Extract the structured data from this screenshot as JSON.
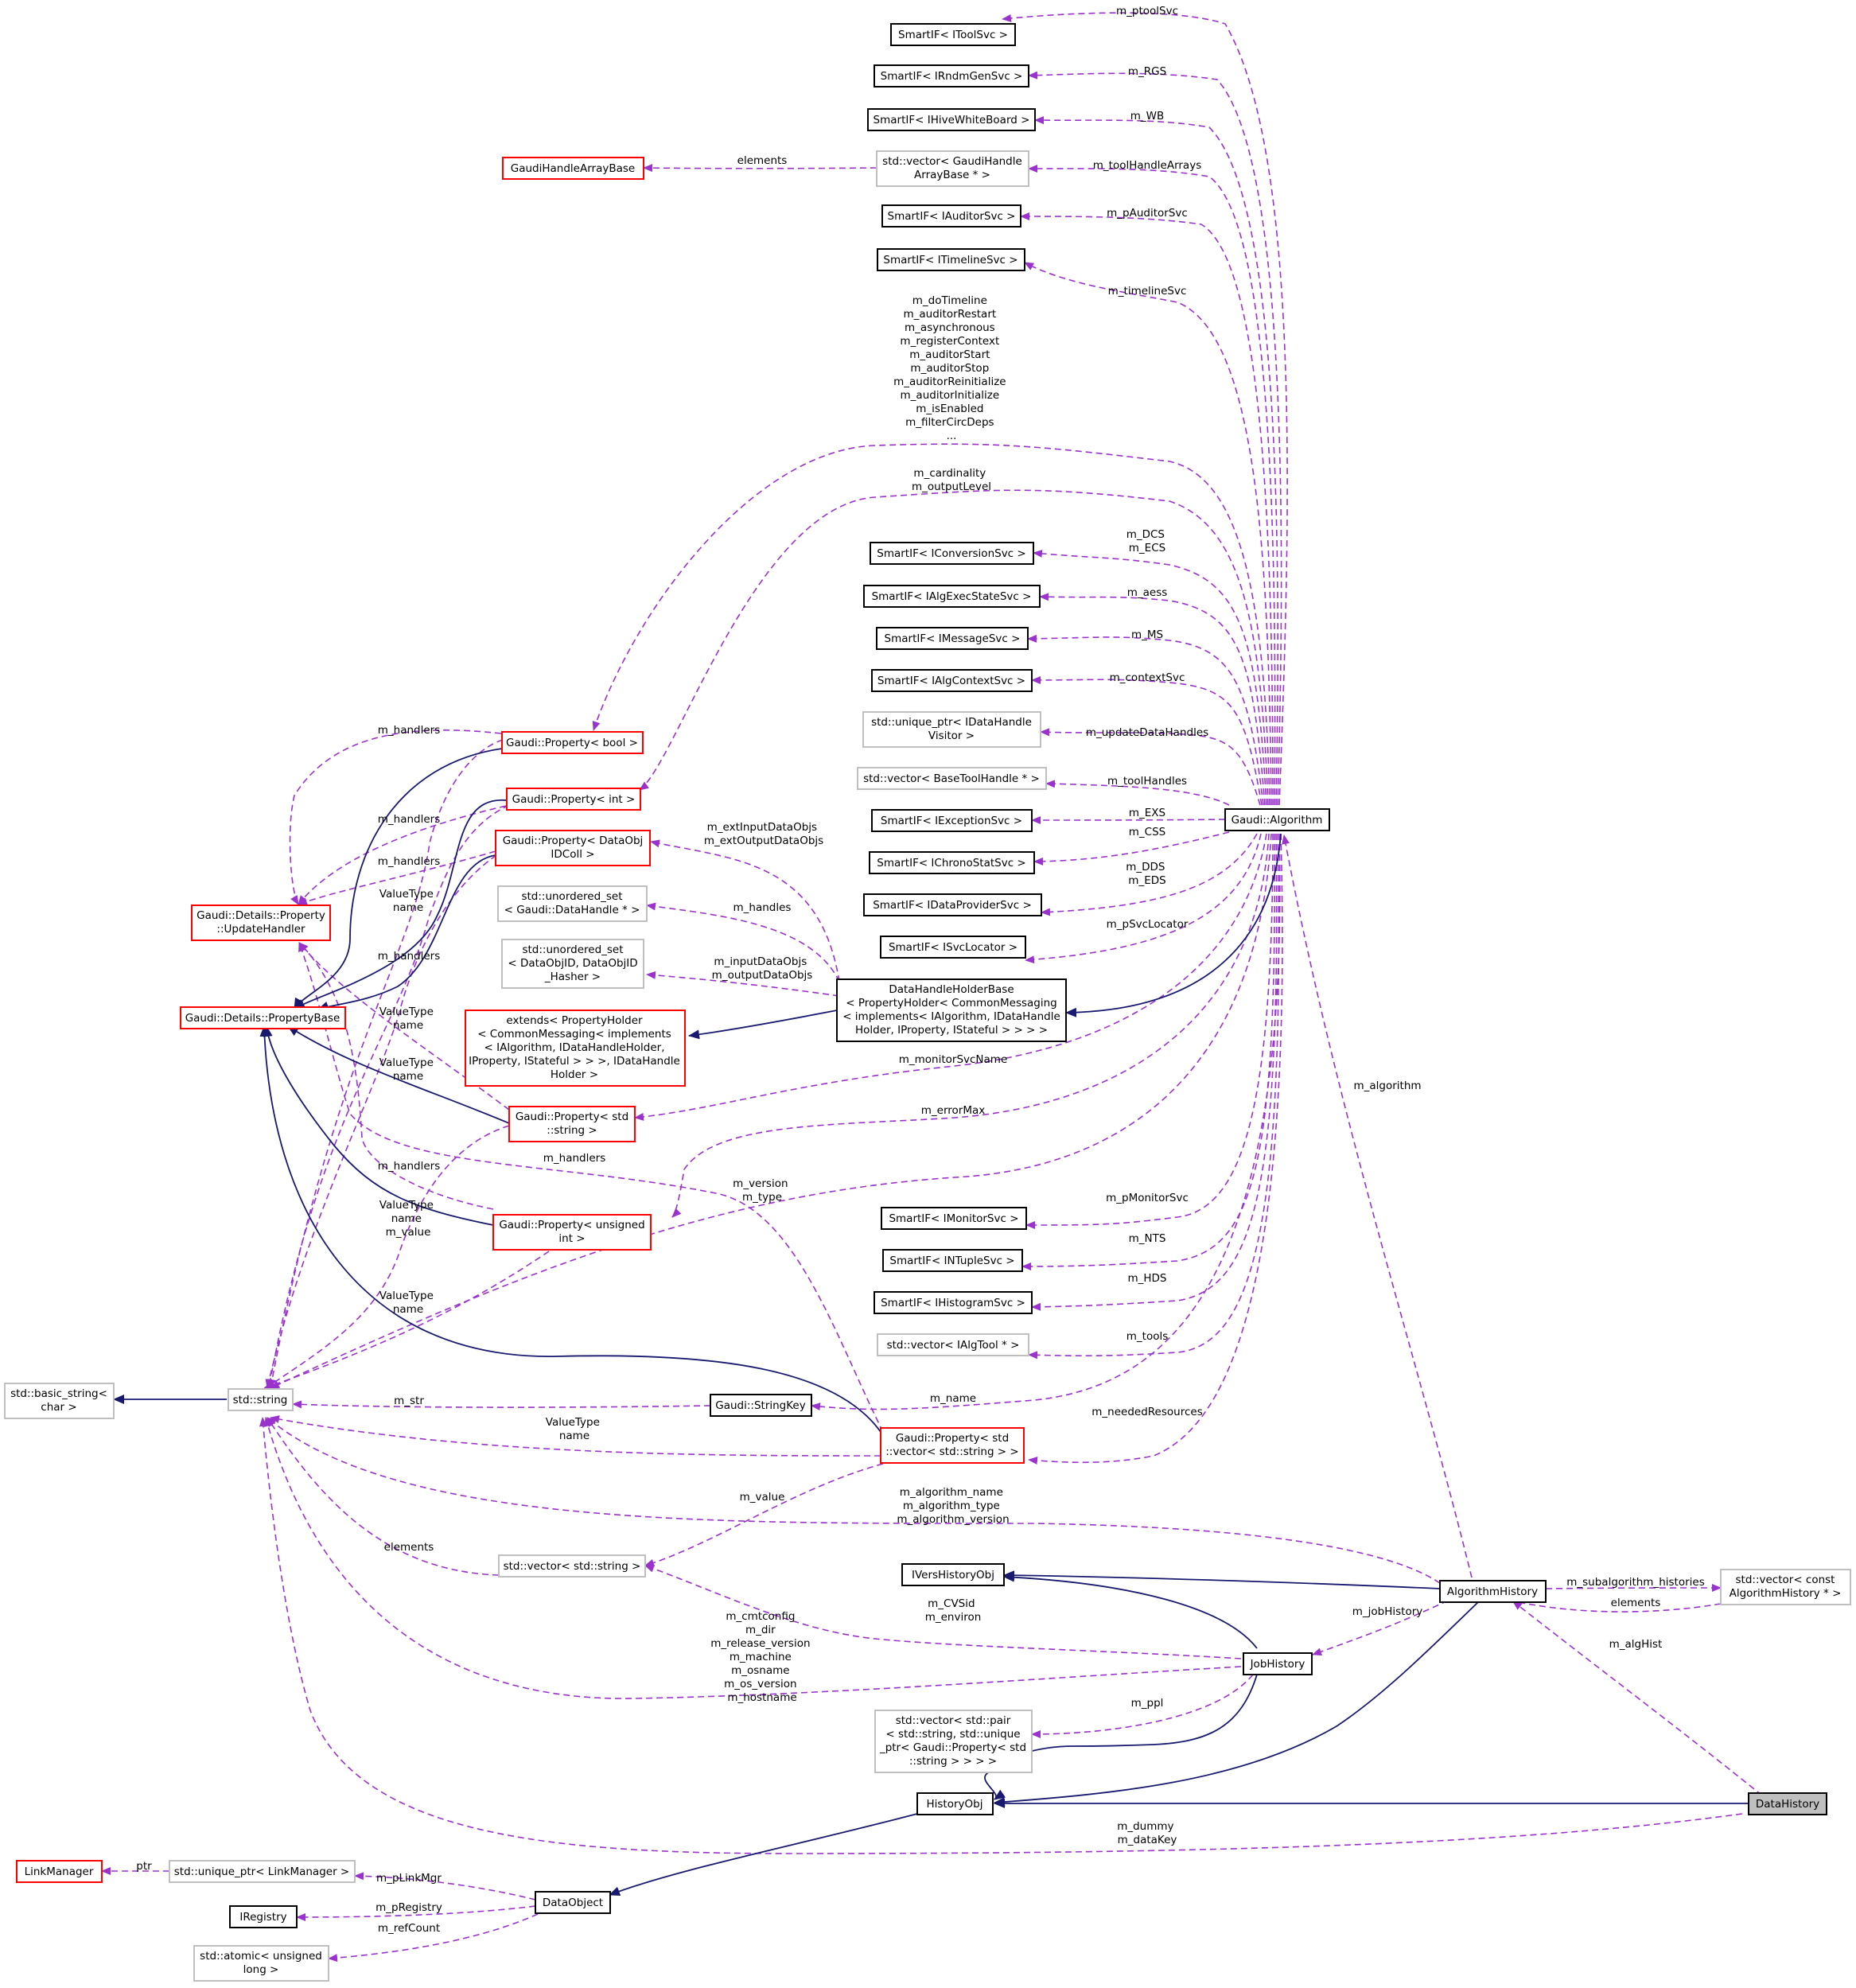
{
  "nodes": {
    "itoolsvc": {
      "label": [
        "SmartIF< IToolSvc >"
      ],
      "style": "black"
    },
    "irndmgensvc": {
      "label": [
        "SmartIF< IRndmGenSvc >"
      ],
      "style": "black"
    },
    "ihivewhiteboard": {
      "label": [
        "SmartIF< IHiveWhiteBoard >"
      ],
      "style": "black"
    },
    "gaudihandlearraybase": {
      "label": [
        "GaudiHandleArrayBase"
      ],
      "style": "red"
    },
    "vec_gaudihandlearraybase": {
      "label": [
        "std::vector< GaudiHandle",
        "ArrayBase * >"
      ],
      "style": "gray"
    },
    "iauditorsvc": {
      "label": [
        "SmartIF< IAuditorSvc >"
      ],
      "style": "black"
    },
    "itimelinesvc": {
      "label": [
        "SmartIF< ITimelineSvc >"
      ],
      "style": "black"
    },
    "iconversionsvc": {
      "label": [
        "SmartIF< IConversionSvc >"
      ],
      "style": "black"
    },
    "ialgexecstatesvc": {
      "label": [
        "SmartIF< IAlgExecStateSvc >"
      ],
      "style": "black"
    },
    "imessagesvc": {
      "label": [
        "SmartIF< IMessageSvc >"
      ],
      "style": "black"
    },
    "ialgcontextsvc": {
      "label": [
        "SmartIF< IAlgContextSvc >"
      ],
      "style": "black"
    },
    "uptr_idatahandlevisitor": {
      "label": [
        "std::unique_ptr< IDataHandle",
        "Visitor >"
      ],
      "style": "gray"
    },
    "vec_basetoolhandle": {
      "label": [
        "std::vector< BaseToolHandle * >"
      ],
      "style": "gray"
    },
    "iexceptionsvc": {
      "label": [
        "SmartIF< IExceptionSvc >"
      ],
      "style": "black"
    },
    "ichronostatsvc": {
      "label": [
        "SmartIF< IChronoStatSvc >"
      ],
      "style": "black"
    },
    "idataprovidersvc": {
      "label": [
        "SmartIF< IDataProviderSvc >"
      ],
      "style": "black"
    },
    "isvclocator": {
      "label": [
        "SmartIF< ISvcLocator >"
      ],
      "style": "black"
    },
    "gaudi_algorithm": {
      "label": [
        "Gaudi::Algorithm"
      ],
      "style": "black"
    },
    "prop_bool": {
      "label": [
        "Gaudi::Property< bool >"
      ],
      "style": "red"
    },
    "prop_int": {
      "label": [
        "Gaudi::Property< int >"
      ],
      "style": "red"
    },
    "prop_dataobjidcoll": {
      "label": [
        "Gaudi::Property< DataObj",
        "IDColl >"
      ],
      "style": "red"
    },
    "updatehandler": {
      "label": [
        "Gaudi::Details::Property",
        "::UpdateHandler"
      ],
      "style": "red"
    },
    "propertybase": {
      "label": [
        "Gaudi::Details::PropertyBase"
      ],
      "style": "red"
    },
    "uset_datahandle": {
      "label": [
        "std::unordered_set",
        "< Gaudi::DataHandle * >"
      ],
      "style": "gray"
    },
    "uset_dataobjid": {
      "label": [
        "std::unordered_set",
        "< DataObjID, DataObjID",
        "_Hasher >"
      ],
      "style": "gray"
    },
    "datahandleholderbase": {
      "label": [
        "DataHandleHolderBase",
        "< PropertyHolder< CommonMessaging",
        "< implements< IAlgorithm, IDataHandle",
        "Holder, IProperty, IStateful > > > >"
      ],
      "style": "black"
    },
    "extends_propertyholder": {
      "label": [
        "extends< PropertyHolder",
        "< CommonMessaging< implements",
        "< IAlgorithm, IDataHandleHolder,",
        "IProperty, IStateful > > >, IDataHandle",
        "Holder >"
      ],
      "style": "red"
    },
    "prop_string": {
      "label": [
        "Gaudi::Property< std",
        "::string >"
      ],
      "style": "red"
    },
    "prop_unsigned": {
      "label": [
        "Gaudi::Property< unsigned",
        "int >"
      ],
      "style": "red"
    },
    "imonitorsvc": {
      "label": [
        "SmartIF< IMonitorSvc >"
      ],
      "style": "black"
    },
    "intuplesvc": {
      "label": [
        "SmartIF< INTupleSvc >"
      ],
      "style": "black"
    },
    "ihistogramsvc": {
      "label": [
        "SmartIF< IHistogramSvc >"
      ],
      "style": "black"
    },
    "vec_ialgtool": {
      "label": [
        "std::vector< IAlgTool * >"
      ],
      "style": "gray"
    },
    "basic_string": {
      "label": [
        "std::basic_string<",
        "char >"
      ],
      "style": "gray"
    },
    "std_string": {
      "label": [
        "std::string"
      ],
      "style": "gray"
    },
    "stringkey": {
      "label": [
        "Gaudi::StringKey"
      ],
      "style": "black"
    },
    "prop_vecstring": {
      "label": [
        "Gaudi::Property< std",
        "::vector< std::string > >"
      ],
      "style": "red"
    },
    "vec_string": {
      "label": [
        "std::vector< std::string >"
      ],
      "style": "gray"
    },
    "iversthistoryobj": {
      "label": [
        "IVersHistoryObj"
      ],
      "style": "black"
    },
    "algorithmhistory": {
      "label": [
        "AlgorithmHistory"
      ],
      "style": "black"
    },
    "vec_algorithmhistory": {
      "label": [
        "std::vector< const",
        "AlgorithmHistory * >"
      ],
      "style": "gray"
    },
    "jobhistory": {
      "label": [
        "JobHistory"
      ],
      "style": "black"
    },
    "vec_pair": {
      "label": [
        "std::vector< std::pair",
        "< std::string, std::unique",
        "_ptr< Gaudi::Property< std",
        "::string > > > >"
      ],
      "style": "gray"
    },
    "historyobj": {
      "label": [
        "HistoryObj"
      ],
      "style": "black"
    },
    "datahistory": {
      "label": [
        "DataHistory"
      ],
      "style": "focus"
    },
    "linkmanager": {
      "label": [
        "LinkManager"
      ],
      "style": "red"
    },
    "uptr_linkmanager": {
      "label": [
        "std::unique_ptr< LinkManager >"
      ],
      "style": "gray"
    },
    "iregistry": {
      "label": [
        "IRegistry"
      ],
      "style": "black"
    },
    "dataobject": {
      "label": [
        "DataObject"
      ],
      "style": "black"
    },
    "atomic_ulong": {
      "label": [
        "std::atomic< unsigned",
        "long >"
      ],
      "style": "gray"
    }
  },
  "edge_labels": {
    "ptoolsvc": [
      "m_ptoolSvc"
    ],
    "rgs": [
      "m_RGS"
    ],
    "wb": [
      "m_WB"
    ],
    "elements_handlearray": [
      "elements"
    ],
    "toolhandlearrays": [
      "m_toolHandleArrays"
    ],
    "pauditorsvc": [
      "m_pAuditorSvc"
    ],
    "timelinesvc": [
      "m_timelineSvc"
    ],
    "bool_members": [
      "m_doTimeline",
      "m_auditorRestart",
      "m_asynchronous",
      "m_registerContext",
      "m_auditorStart",
      "m_auditorStop",
      "m_auditorReinitialize",
      "m_auditorInitialize",
      "m_isEnabled",
      "m_filterCircDeps",
      "..."
    ],
    "int_members": [
      "m_cardinality",
      "m_outputLevel"
    ],
    "dcs_ecs": [
      "m_DCS",
      "m_ECS"
    ],
    "aess": [
      "m_aess"
    ],
    "ms": [
      "m_MS"
    ],
    "contextsvc": [
      "m_contextSvc"
    ],
    "updatedatahandles": [
      "m_updateDataHandles"
    ],
    "toolhandles": [
      "m_toolHandles"
    ],
    "exs": [
      "m_EXS"
    ],
    "css": [
      "m_CSS"
    ],
    "dds_eds": [
      "m_DDS",
      "m_EDS"
    ],
    "psvclocator": [
      "m_pSvcLocator"
    ],
    "extdataobjs": [
      "m_extInputDataObjs",
      "m_extOutputDataObjs"
    ],
    "handles": [
      "m_handles"
    ],
    "inoutdataobjs": [
      "m_inputDataObjs",
      "m_outputDataObjs"
    ],
    "monitorsvcname": [
      "m_monitorSvcName"
    ],
    "errormax": [
      "m_errorMax"
    ],
    "version_type": [
      "m_version",
      "m_type"
    ],
    "pmonitorsvc": [
      "m_pMonitorSvc"
    ],
    "nts": [
      "m_NTS"
    ],
    "hds": [
      "m_HDS"
    ],
    "tools": [
      "m_tools"
    ],
    "name": [
      "m_name"
    ],
    "neededresources": [
      "m_neededResources"
    ],
    "m_algorithm": [
      "m_algorithm"
    ],
    "handlers_bool": [
      "m_handlers"
    ],
    "handlers_int": [
      "m_handlers"
    ],
    "handlers_dataobj": [
      "m_handlers"
    ],
    "handlers_string": [
      "m_handlers"
    ],
    "handlers_unsigned": [
      "m_handlers"
    ],
    "handlers_vecstring": [
      "m_handlers"
    ],
    "vt_bool": [
      "ValueType",
      "name"
    ],
    "vt_int": [
      "ValueType",
      "name"
    ],
    "vt_dataobj": [
      "ValueType",
      "name"
    ],
    "vt_string": [
      "ValueType",
      "name",
      "m_value"
    ],
    "vt_unsigned": [
      "ValueType",
      "name"
    ],
    "m_str": [
      "m_str"
    ],
    "vt_vecstring": [
      "ValueType",
      "name"
    ],
    "m_value_vec": [
      "m_value"
    ],
    "alg_name_type_version": [
      "m_algorithm_name",
      "m_algorithm_type",
      "m_algorithm_version"
    ],
    "elements_vecstring": [
      "elements"
    ],
    "cvsid_environ": [
      "m_CVSid",
      "m_environ"
    ],
    "jobhistory_strings": [
      "m_cmtconfig",
      "m_dir",
      "m_release_version",
      "m_machine",
      "m_osname",
      "m_os_version",
      "m_hostname"
    ],
    "ppl": [
      "m_ppl"
    ],
    "subalgorithm_histories": [
      "m_subalgorithm_histories"
    ],
    "elements_alghist": [
      "elements"
    ],
    "jobhistory_ptr": [
      "m_jobHistory"
    ],
    "alghist": [
      "m_algHist"
    ],
    "dummy_datakey": [
      "m_dummy",
      "m_dataKey"
    ],
    "ptr": [
      "ptr"
    ],
    "plinkmgr": [
      "m_pLinkMgr"
    ],
    "pregistry": [
      "m_pRegistry"
    ],
    "refcount": [
      "m_refCount"
    ]
  }
}
